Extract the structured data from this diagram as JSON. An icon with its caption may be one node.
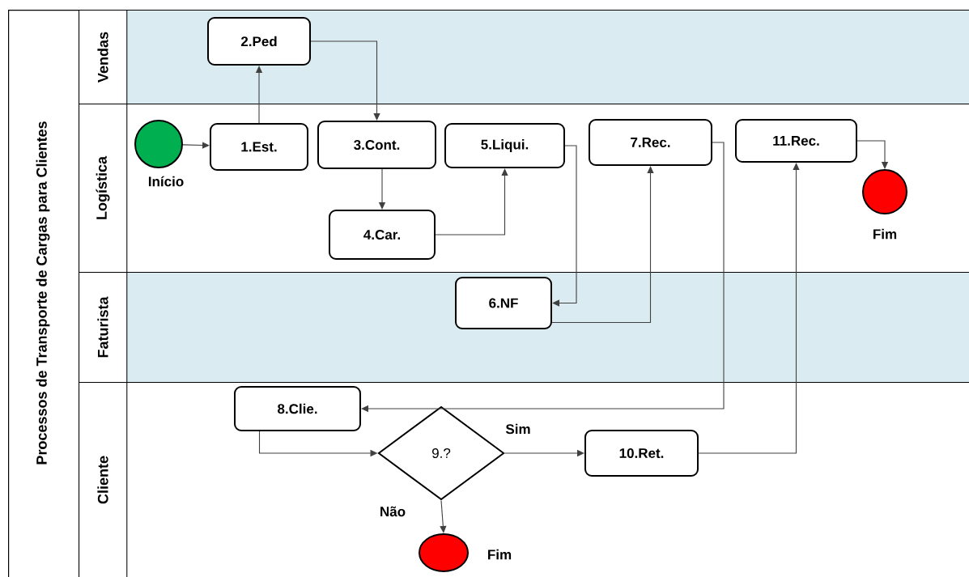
{
  "diagram": {
    "nodes": [
      {
        "text": [
          "Processos de Transporte de Cargas para Clientes"
        ]
      },
      {
        "text": [
          "Vendas"
        ]
      },
      {
        "text": [
          "Logística"
        ]
      },
      {
        "text": [
          "Faturista"
        ]
      },
      {
        "text": [
          "Cliente"
        ]
      },
      {
        "text": [],
        "shape": "circle",
        "beside": [
          "Início"
        ],
        "in": 2
      },
      {
        "text": [
          "1.Est."
        ],
        "in": 2
      },
      {
        "text": [
          "2.Ped"
        ],
        "in": 1
      },
      {
        "text": [
          "3.Cont."
        ],
        "in": 2
      },
      {
        "text": [
          "4.Car."
        ],
        "in": 2
      },
      {
        "text": [
          "5.Liqui."
        ],
        "in": 2
      },
      {
        "text": [
          "6.NF"
        ],
        "in": 3
      },
      {
        "text": [
          "7.Rec."
        ],
        "in": 2
      },
      {
        "text": [
          "11.Rec."
        ],
        "in": 2
      },
      {
        "text": [],
        "shape": "circle",
        "beside": [
          "Fim"
        ],
        "in": 2
      },
      {
        "text": [
          "8.Clie."
        ],
        "in": 4
      },
      {
        "text": [
          "9.?"
        ],
        "in": 4
      },
      {
        "text": [
          "10.Ret."
        ],
        "in": 4
      },
      {
        "text": [],
        "shape": "circle",
        "beside": [
          "Fim"
        ],
        "in": 4
      }
    ],
    "edges": [
      {
        "from": 5,
        "to": 6,
        "arrow": "to"
      },
      {
        "from": 6,
        "to": 7,
        "arrow": "to"
      },
      {
        "from": 7,
        "to": 8,
        "arrow": "to"
      },
      {
        "from": 8,
        "to": 9,
        "arrow": "to"
      },
      {
        "from": 9,
        "to": 10,
        "arrow": "to"
      },
      {
        "from": 10,
        "to": 11,
        "arrow": "to"
      },
      {
        "from": 11,
        "to": 12,
        "arrow": "to"
      },
      {
        "from": 12,
        "to": 15,
        "arrow": "to"
      },
      {
        "from": 15,
        "to": 16,
        "arrow": "to"
      },
      {
        "from": 16,
        "to": 17,
        "arrow": "to",
        "label": "Sim"
      },
      {
        "from": 16,
        "to": 18,
        "arrow": "to",
        "label": "Não"
      },
      {
        "from": 17,
        "to": 13,
        "arrow": "to"
      },
      {
        "from": 13,
        "to": 14,
        "arrow": "to"
      }
    ]
  }
}
